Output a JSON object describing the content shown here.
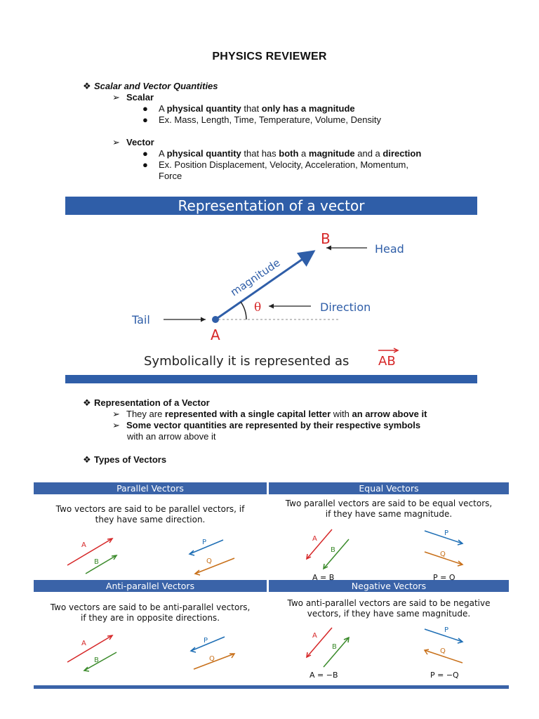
{
  "title": "PHYSICS REVIEWER",
  "bullet_glyphs": {
    "diamond": "❖",
    "arrow": "➢",
    "dot": "●"
  },
  "section1": {
    "heading": "Scalar and Vector Quantities",
    "scalar": {
      "label": "Scalar",
      "b1": {
        "p1": "A ",
        "p2": "physical quantity",
        "p3": " that ",
        "p4": "only has a magnitude"
      },
      "b2": "Ex. Mass, Length, Time, Temperature, Volume, Density"
    },
    "vector": {
      "label": "Vector",
      "b1": {
        "p1": "A ",
        "p2": "physical quantity",
        "p3": " that has ",
        "p4": "both",
        "p5": " a ",
        "p6": "magnitude",
        "p7": " and a ",
        "p8": "direction"
      },
      "b2_line1": "Ex. Position Displacement, Velocity, Acceleration, Momentum,",
      "b2_line2": "Force"
    }
  },
  "figure": {
    "banner": "Representation of a vector",
    "point_a": "A",
    "point_b": "B",
    "head": "Head",
    "tail": "Tail",
    "direction": "Direction",
    "theta": "θ",
    "magnitude": "magnitude",
    "caption": "Symbolically it is represented as",
    "caption_symbol": "AB",
    "colors": {
      "banner": "#2f5ea8",
      "vector": "#2f5ea8",
      "point_label": "#d62728",
      "label_blue": "#2f5ea8"
    }
  },
  "section2": {
    "heading": "Representation of a Vector",
    "a1": {
      "p1": "They are ",
      "p2": "represented with a single capital letter",
      "p3": " with ",
      "p4": "an arrow above it"
    },
    "a2_line1": "Some vector quantities are represented by their respective symbols",
    "a2_line2": "with an arrow above it"
  },
  "section3": {
    "heading": "Types of Vectors"
  },
  "types": {
    "parallel": {
      "title": "Parallel Vectors",
      "desc1": "Two vectors are said to be parallel vectors, if",
      "desc2": "they have same direction."
    },
    "equal": {
      "title": "Equal Vectors",
      "desc1": "Two parallel vectors are said to be equal vectors,",
      "desc2": "if they have same magnitude.",
      "eq1": "A = B",
      "eq2": "P = Q"
    },
    "antiparallel": {
      "title": "Anti-parallel Vectors",
      "desc1": "Two vectors are said to be anti-parallel vectors,",
      "desc2": "if they are in opposite directions."
    },
    "negative": {
      "title": "Negative Vectors",
      "desc1": "Two anti-parallel vectors are said to be negative",
      "desc2": "vectors, if they have same magnitude.",
      "eq1": "A = −B",
      "eq2": "P = −Q"
    },
    "labels": {
      "a": "A",
      "b": "B",
      "p": "P",
      "q": "Q"
    },
    "colors": {
      "a": "#d62728",
      "b": "#3a8a2a",
      "p": "#1f6fb5",
      "q": "#c8701a"
    }
  }
}
